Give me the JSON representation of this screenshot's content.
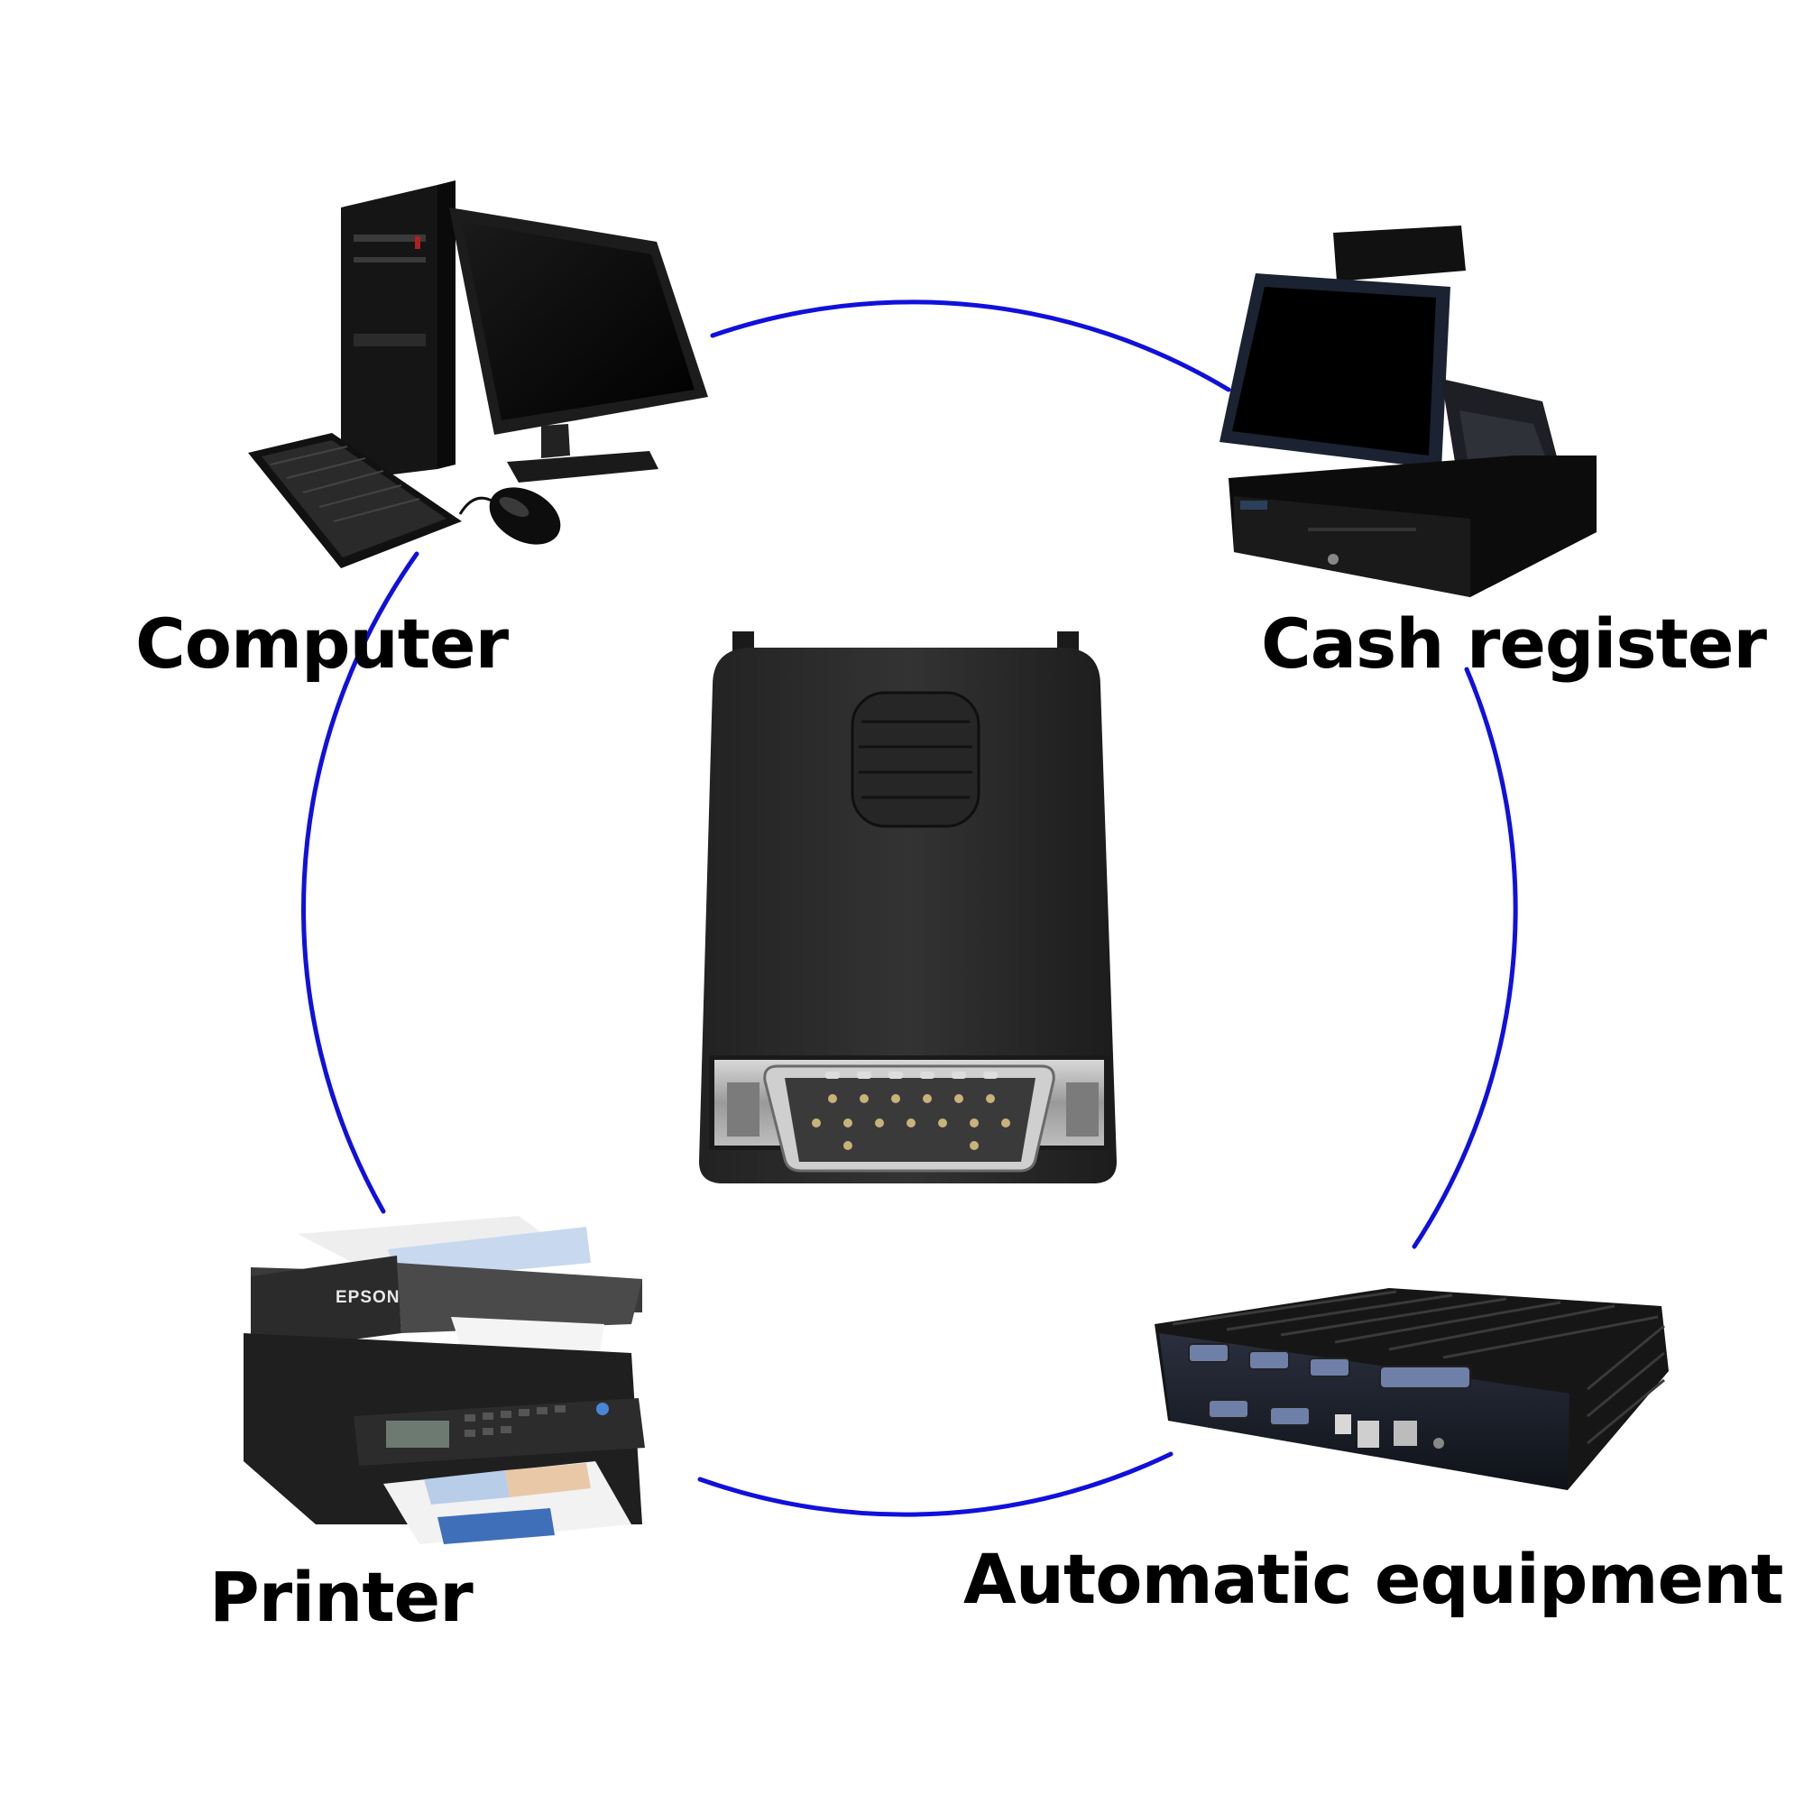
{
  "diagram": {
    "devices": [
      {
        "id": "computer",
        "label": "Computer",
        "icon": "desktop-computer-icon"
      },
      {
        "id": "cash_register",
        "label": "Cash register",
        "icon": "pos-cash-register-icon"
      },
      {
        "id": "printer",
        "label": "Printer",
        "icon": "printer-icon"
      },
      {
        "id": "automatic_equipment",
        "label": "Automatic equipment",
        "icon": "industrial-pc-icon"
      }
    ],
    "center": {
      "icon": "db15-serial-adapter-icon"
    },
    "printer_brand": "EPSON",
    "ring_color": "#1010dd"
  }
}
